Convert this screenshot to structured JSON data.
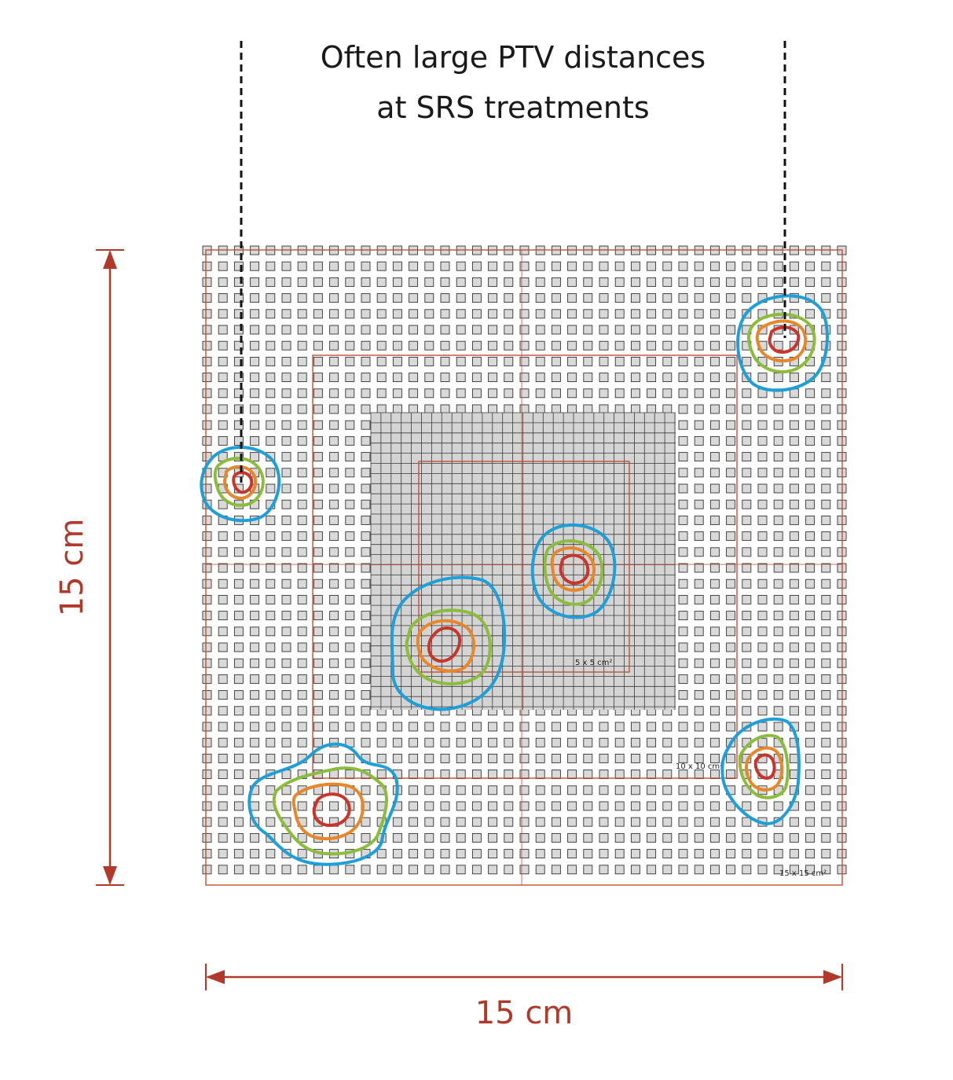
{
  "title": {
    "line1": "Often large PTV distances",
    "line2": "at SRS treatments"
  },
  "dimensions": {
    "vertical_label": "15 cm",
    "horizontal_label": "15 cm"
  },
  "field_labels": {
    "field_5": "5 x 5 cm²",
    "field_10": "10 x 10 cm²",
    "field_15": "15 x 15 cm²"
  },
  "colors": {
    "dimension": "#b0392b",
    "field_outline": "#c0503a",
    "detector_fill": "#d9d9d9",
    "detector_stroke": "#333333",
    "inner_field_fill": "#cfcfcf",
    "isodose_blue": "#1e9fd8",
    "isodose_green": "#8cbc3c",
    "isodose_orange": "#e8872a",
    "isodose_red": "#c8352a",
    "marker_line": "#111111"
  },
  "icons": {
    "dimension_arrow": "double-headed-arrow-icon"
  }
}
